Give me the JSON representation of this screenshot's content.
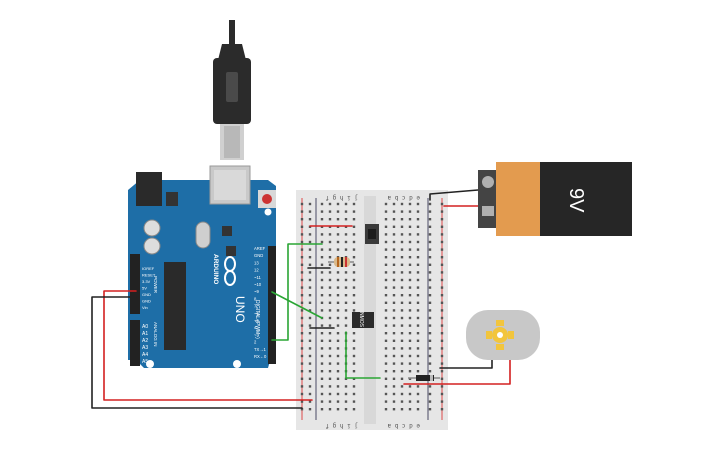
{
  "colors": {
    "board": "#1e6ea7",
    "board_dark": "#155886",
    "breadboard": "#e8e8e8",
    "rail_red": "#d22",
    "rail_blue": "#225",
    "wire_red": "#d42020",
    "wire_black": "#222222",
    "wire_green": "#2aa534",
    "battery_orange": "#e39b4f",
    "battery_black": "#262626",
    "motor_gray": "#c8c8c8",
    "motor_gold": "#f2c53d",
    "usb": "#2b2b2b"
  },
  "arduino": {
    "logo_text": "ARDUINO",
    "model": "UNO",
    "header_label": "DIGITAL (PWM~)",
    "power_label": "POWER",
    "analog_label": "ANALOG IN",
    "power_pins": [
      "IOREF",
      "RESET",
      "3.3V",
      "5V",
      "GND",
      "GND",
      "Vin"
    ],
    "analog_pins": [
      "A0",
      "A1",
      "A2",
      "A3",
      "A4",
      "A5"
    ],
    "digital_pins": [
      "AREF",
      "GND",
      "13",
      "12",
      "~11",
      "~10",
      "~9",
      "8",
      "7",
      "~6",
      "~5",
      "4",
      "~3",
      "2",
      "TX→1",
      "RX←0"
    ]
  },
  "breadboard": {
    "column_letters_left": "j i h g f",
    "column_letters_right": "e d c b a"
  },
  "battery": {
    "label": "9V"
  },
  "transistor": {
    "label": "NMOS"
  }
}
